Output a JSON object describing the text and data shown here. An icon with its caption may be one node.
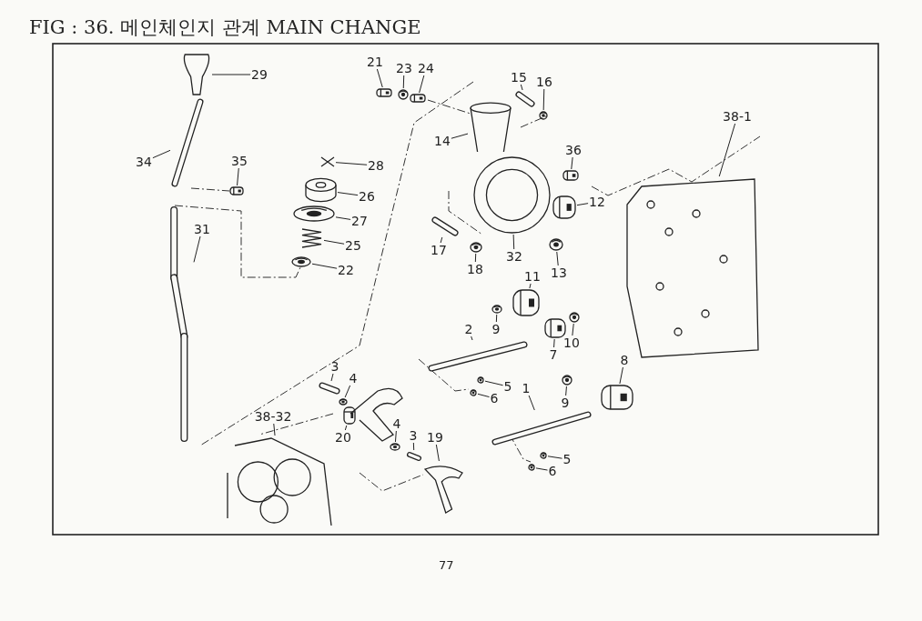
{
  "diagram": {
    "title": "FIG : 36. 메인체인지 관계 MAIN CHANGE",
    "nodes": [
      {
        "text": [
          "29"
        ]
      },
      {
        "text": [],
        "shape": "picture"
      },
      {
        "text": [
          "34"
        ]
      },
      {
        "text": [],
        "shape": "picture"
      },
      {
        "text": [
          "35"
        ]
      },
      {
        "text": [],
        "shape": "picture"
      },
      {
        "text": [
          "28"
        ]
      },
      {
        "text": [],
        "shape": "picture"
      },
      {
        "text": [
          "26"
        ]
      },
      {
        "text": [],
        "shape": "picture"
      },
      {
        "text": [
          "27"
        ]
      },
      {
        "text": [],
        "shape": "picture"
      },
      {
        "text": [
          "25"
        ]
      },
      {
        "text": [],
        "shape": "picture"
      },
      {
        "text": [
          "22"
        ]
      },
      {
        "text": [],
        "shape": "picture"
      },
      {
        "text": [
          "31"
        ]
      },
      {
        "text": [],
        "shape": "picture"
      },
      {
        "text": [
          "21"
        ]
      },
      {
        "text": [],
        "shape": "picture"
      },
      {
        "text": [
          "23"
        ]
      },
      {
        "text": [],
        "shape": "picture"
      },
      {
        "text": [
          "24"
        ]
      },
      {
        "text": [],
        "shape": "picture"
      },
      {
        "text": [
          "15"
        ]
      },
      {
        "text": [],
        "shape": "picture"
      },
      {
        "text": [
          "16"
        ]
      },
      {
        "text": [],
        "shape": "picture"
      },
      {
        "text": [
          "14"
        ]
      },
      {
        "text": [],
        "shape": "picture"
      },
      {
        "text": [
          "36"
        ]
      },
      {
        "text": [],
        "shape": "picture"
      },
      {
        "text": [
          "12"
        ]
      },
      {
        "text": [],
        "shape": "picture"
      },
      {
        "text": [
          "17"
        ]
      },
      {
        "text": [],
        "shape": "picture"
      },
      {
        "text": [
          "18"
        ]
      },
      {
        "text": [],
        "shape": "picture"
      },
      {
        "text": [
          "32"
        ]
      },
      {
        "text": [],
        "shape": "picture"
      },
      {
        "text": [
          "13"
        ]
      },
      {
        "text": [],
        "shape": "picture"
      },
      {
        "text": [
          "38-1"
        ]
      },
      {
        "text": [],
        "shape": "picture"
      },
      {
        "text": [
          "11"
        ]
      },
      {
        "text": [],
        "shape": "picture"
      },
      {
        "text": [
          "9"
        ]
      },
      {
        "text": [],
        "shape": "picture"
      },
      {
        "text": [
          "10"
        ]
      },
      {
        "text": [],
        "shape": "picture"
      },
      {
        "text": [
          "2"
        ]
      },
      {
        "text": [],
        "shape": "picture"
      },
      {
        "text": [
          "7"
        ]
      },
      {
        "text": [],
        "shape": "picture"
      },
      {
        "text": [
          "8"
        ]
      },
      {
        "text": [],
        "shape": "picture"
      },
      {
        "text": [
          "3"
        ]
      },
      {
        "text": [],
        "shape": "picture"
      },
      {
        "text": [
          "4"
        ]
      },
      {
        "text": [],
        "shape": "picture"
      },
      {
        "text": [
          "5"
        ]
      },
      {
        "text": [],
        "shape": "picture"
      },
      {
        "text": [
          "6"
        ]
      },
      {
        "text": [],
        "shape": "picture"
      },
      {
        "text": [
          "20"
        ]
      },
      {
        "text": [],
        "shape": "picture"
      },
      {
        "text": [
          "38-32"
        ]
      },
      {
        "text": [],
        "shape": "picture"
      },
      {
        "text": [
          "1"
        ]
      },
      {
        "text": [],
        "shape": "picture"
      },
      {
        "text": [
          "9"
        ]
      },
      {
        "text": [],
        "shape": "picture"
      },
      {
        "text": [
          "4"
        ]
      },
      {
        "text": [],
        "shape": "picture"
      },
      {
        "text": [
          "3"
        ]
      },
      {
        "text": [],
        "shape": "picture"
      },
      {
        "text": [
          "19"
        ]
      },
      {
        "text": [],
        "shape": "picture"
      },
      {
        "text": [
          "5"
        ]
      },
      {
        "text": [],
        "shape": "picture"
      },
      {
        "text": [
          "6"
        ]
      },
      {
        "text": [],
        "shape": "picture"
      }
    ],
    "edges": [
      {
        "from": 0,
        "to": 1,
        "arrow": "none"
      },
      {
        "from": 2,
        "to": 3,
        "arrow": "none"
      },
      {
        "from": 4,
        "to": 5,
        "arrow": "none"
      },
      {
        "from": 6,
        "to": 7,
        "arrow": "none"
      },
      {
        "from": 8,
        "to": 9,
        "arrow": "none"
      },
      {
        "from": 10,
        "to": 11,
        "arrow": "none"
      },
      {
        "from": 12,
        "to": 13,
        "arrow": "none"
      },
      {
        "from": 14,
        "to": 15,
        "arrow": "none"
      },
      {
        "from": 16,
        "to": 17,
        "arrow": "none"
      },
      {
        "from": 18,
        "to": 19,
        "arrow": "none"
      },
      {
        "from": 20,
        "to": 21,
        "arrow": "none"
      },
      {
        "from": 22,
        "to": 23,
        "arrow": "none"
      },
      {
        "from": 24,
        "to": 25,
        "arrow": "none"
      },
      {
        "from": 26,
        "to": 27,
        "arrow": "none"
      },
      {
        "from": 28,
        "to": 29,
        "arrow": "none"
      },
      {
        "from": 30,
        "to": 31,
        "arrow": "none"
      },
      {
        "from": 32,
        "to": 33,
        "arrow": "none"
      },
      {
        "from": 34,
        "to": 35,
        "arrow": "none"
      },
      {
        "from": 36,
        "to": 37,
        "arrow": "none"
      },
      {
        "from": 38,
        "to": 39,
        "arrow": "none"
      },
      {
        "from": 40,
        "to": 41,
        "arrow": "none"
      },
      {
        "from": 42,
        "to": 43,
        "arrow": "none"
      },
      {
        "from": 44,
        "to": 45,
        "arrow": "none"
      },
      {
        "from": 46,
        "to": 47,
        "arrow": "none"
      },
      {
        "from": 48,
        "to": 49,
        "arrow": "none"
      },
      {
        "from": 50,
        "to": 51,
        "arrow": "none"
      },
      {
        "from": 52,
        "to": 53,
        "arrow": "none"
      },
      {
        "from": 54,
        "to": 55,
        "arrow": "none"
      },
      {
        "from": 56,
        "to": 57,
        "arrow": "none"
      },
      {
        "from": 58,
        "to": 59,
        "arrow": "none"
      },
      {
        "from": 60,
        "to": 61,
        "arrow": "none"
      },
      {
        "from": 62,
        "to": 63,
        "arrow": "none"
      },
      {
        "from": 64,
        "to": 65,
        "arrow": "none"
      },
      {
        "from": 66,
        "to": 67,
        "arrow": "none"
      },
      {
        "from": 68,
        "to": 69,
        "arrow": "none"
      },
      {
        "from": 70,
        "to": 71,
        "arrow": "none"
      },
      {
        "from": 72,
        "to": 73,
        "arrow": "none"
      },
      {
        "from": 74,
        "to": 75,
        "arrow": "none"
      },
      {
        "from": 76,
        "to": 77,
        "arrow": "none"
      },
      {
        "from": 78,
        "to": 79,
        "arrow": "none"
      },
      {
        "from": 80,
        "to": 81,
        "arrow": "none"
      }
    ],
    "labels": [
      "77"
    ]
  }
}
